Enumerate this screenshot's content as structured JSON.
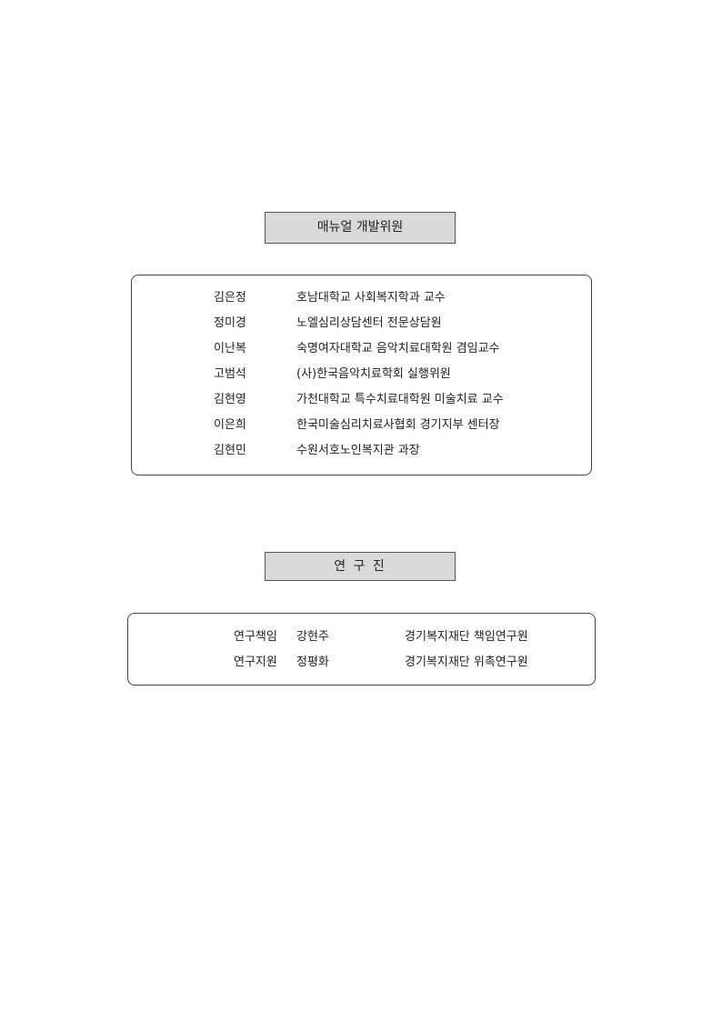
{
  "development": {
    "heading": "매뉴얼 개발위원",
    "members": [
      {
        "name": "김은정",
        "affiliation": "호남대학교 사회복지학과 교수"
      },
      {
        "name": "정미경",
        "affiliation": "노엘심리상담센터 전문상담원"
      },
      {
        "name": "이난복",
        "affiliation": "숙명여자대학교 음악치료대학원 겸임교수"
      },
      {
        "name": "고범석",
        "affiliation": "(사)한국음악치료학회 실행위원"
      },
      {
        "name": "김현영",
        "affiliation": "가천대학교 특수치료대학원 미술치료 교수"
      },
      {
        "name": "이은희",
        "affiliation": "한국미술심리치료사협회 경기지부 센터장"
      },
      {
        "name": "김현민",
        "affiliation": "수원서호노인복지관 과장"
      }
    ]
  },
  "research": {
    "heading": "연 구 진",
    "members": [
      {
        "role": "연구책임",
        "name": "강현주",
        "affiliation": "경기복지재단 책임연구원"
      },
      {
        "role": "연구지원",
        "name": "정평화",
        "affiliation": "경기복지재단 위촉연구원"
      }
    ]
  }
}
